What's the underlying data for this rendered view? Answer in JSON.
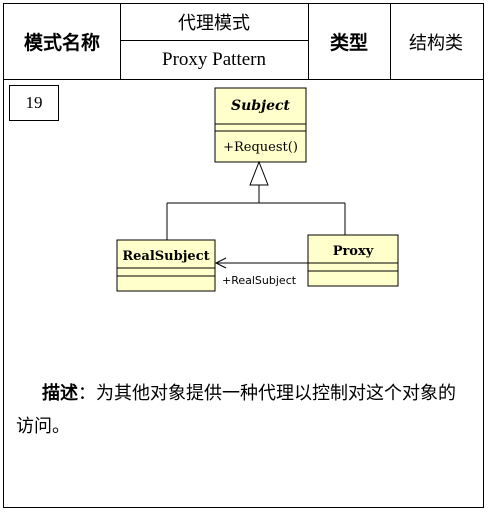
{
  "header": {
    "name_label": "模式名称",
    "name_cn": "代理模式",
    "name_en": "Proxy Pattern",
    "type_label": "类型",
    "type_value": "结构类"
  },
  "pattern_number": "19",
  "diagram": {
    "subject": {
      "name": "Subject",
      "operation": "+Request()"
    },
    "real_subject": {
      "name": "RealSubject"
    },
    "proxy": {
      "name": "Proxy"
    },
    "association_label": "+RealSubject",
    "colors": {
      "class_fill": "#FFFFCC",
      "line": "#000000"
    }
  },
  "description": {
    "label": "描述",
    "separator": "：",
    "text": "为其他对象提供一种代理以控制对这个对象的访问。"
  }
}
